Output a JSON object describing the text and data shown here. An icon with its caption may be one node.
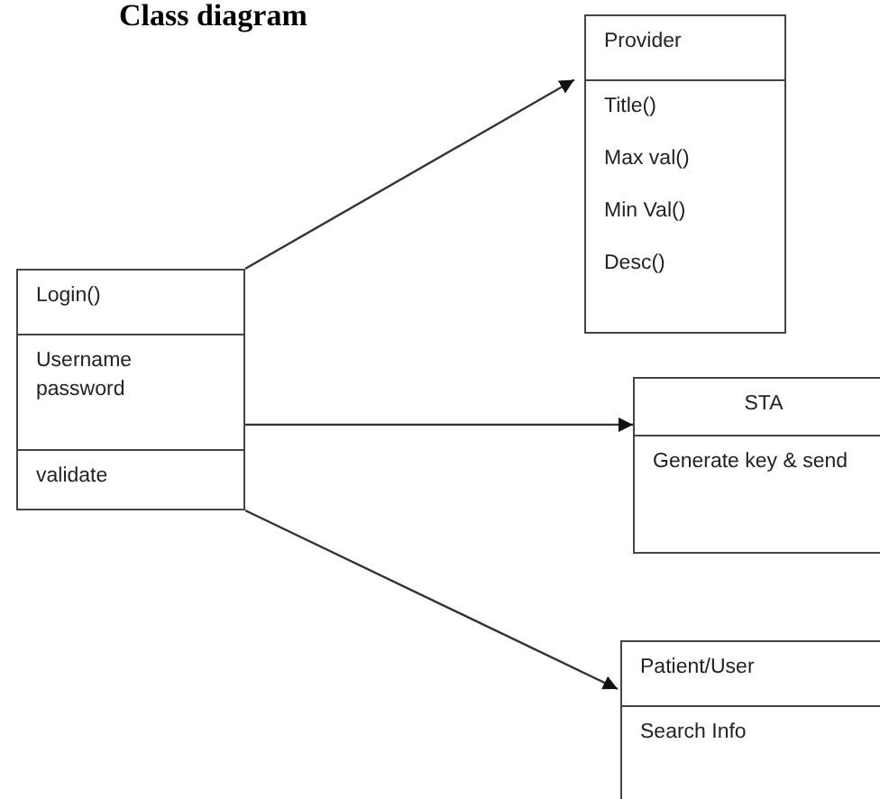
{
  "diagram": {
    "title": "Class diagram",
    "nodes": [
      {
        "text": [
          "Provider",
          "Title()",
          "Max val()",
          "Min Val()",
          "Desc()"
        ]
      },
      {
        "text": [
          "Login()",
          "Username password",
          "validate"
        ]
      },
      {
        "text": [
          "STA",
          "Generate key & send"
        ]
      },
      {
        "text": [
          "Patient/User",
          "Search Info"
        ]
      }
    ],
    "edges": [
      {
        "from": 1,
        "to": 0,
        "arrow": "to"
      },
      {
        "from": 1,
        "to": 2,
        "arrow": "to"
      },
      {
        "from": 1,
        "to": 3,
        "arrow": "to"
      }
    ]
  }
}
